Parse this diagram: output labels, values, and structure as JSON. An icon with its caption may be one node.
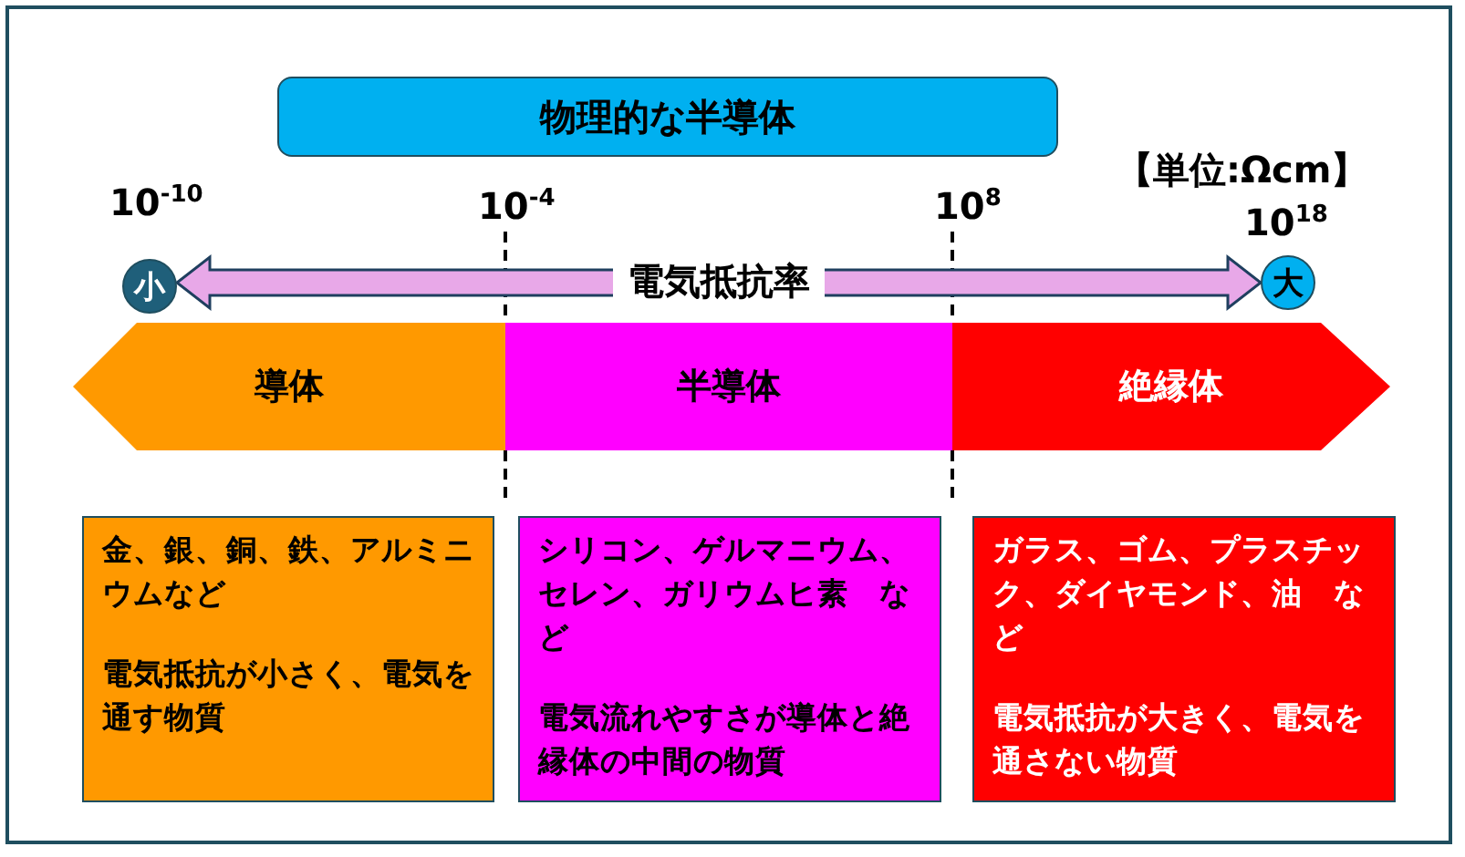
{
  "diagram": {
    "nodes": [
      {
        "text": [
          "物理的な半導体"
        ]
      },
      {
        "text": [
          "小"
        ]
      },
      {
        "text": [
          "大"
        ]
      },
      {
        "text": [
          "導体"
        ]
      },
      {
        "text": [
          "半導体"
        ]
      },
      {
        "text": [
          "絶縁体"
        ]
      },
      {
        "text": [
          "金、銀、銅、鉄、アルミニウムなど",
          "電気抵抗が小さく、電気を通す物質"
        ]
      },
      {
        "text": [
          "シリコン、ゲルマニウム、セレン、ガリウムヒ素　など",
          "電気流れやすさが導体と絶縁体の中間の物質"
        ]
      },
      {
        "text": [
          "ガラス、ゴム、プラスチック、ダイヤモンド、油　など",
          "電気抵抗が大きく、電気を通さない物質"
        ]
      }
    ],
    "edges": [
      {
        "from": 1,
        "to": 2,
        "arrow": "both",
        "label": "電気抵抗率"
      }
    ],
    "labels": [
      "【単位:Ωcm】",
      "10$^{-10}$",
      "10$^{-4}$",
      "10$^{8}$",
      "10$^{18}$"
    ]
  }
}
